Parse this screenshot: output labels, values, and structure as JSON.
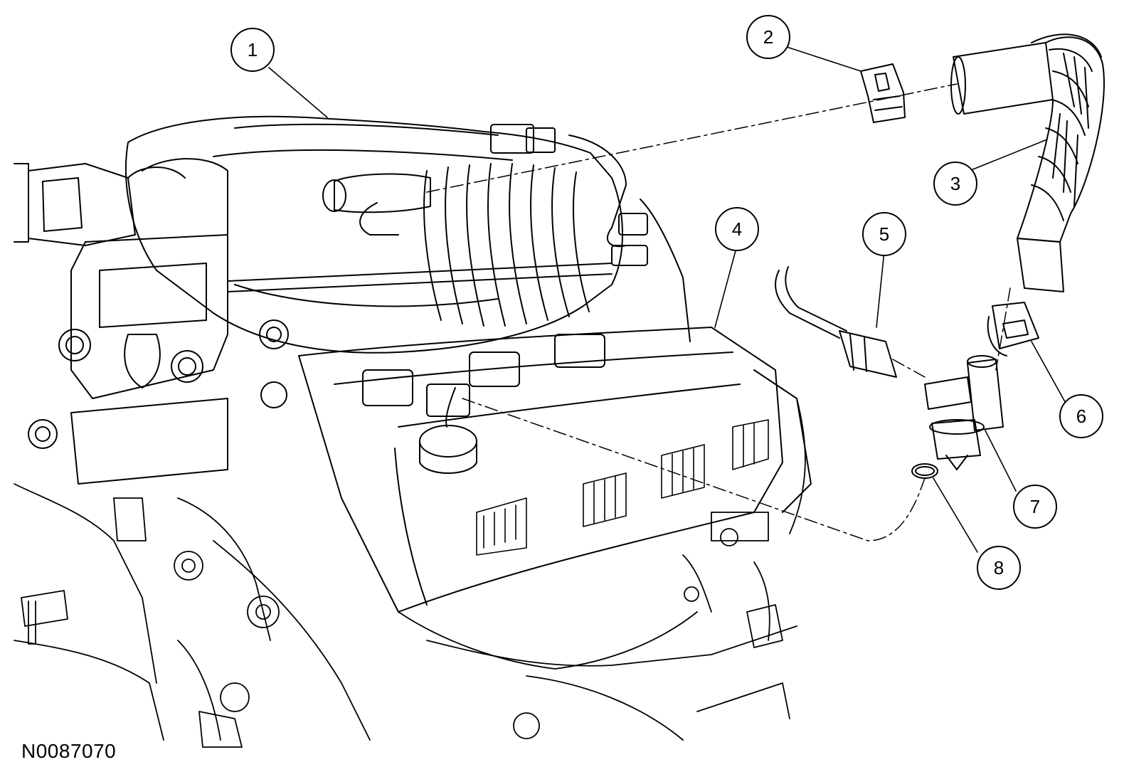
{
  "figure_id": "N0087070",
  "callouts": [
    {
      "label": "1"
    },
    {
      "label": "2"
    },
    {
      "label": "3"
    },
    {
      "label": "4"
    },
    {
      "label": "5"
    },
    {
      "label": "6"
    },
    {
      "label": "7"
    },
    {
      "label": "8"
    }
  ],
  "colors": {
    "line": "#000000",
    "background": "#ffffff"
  }
}
